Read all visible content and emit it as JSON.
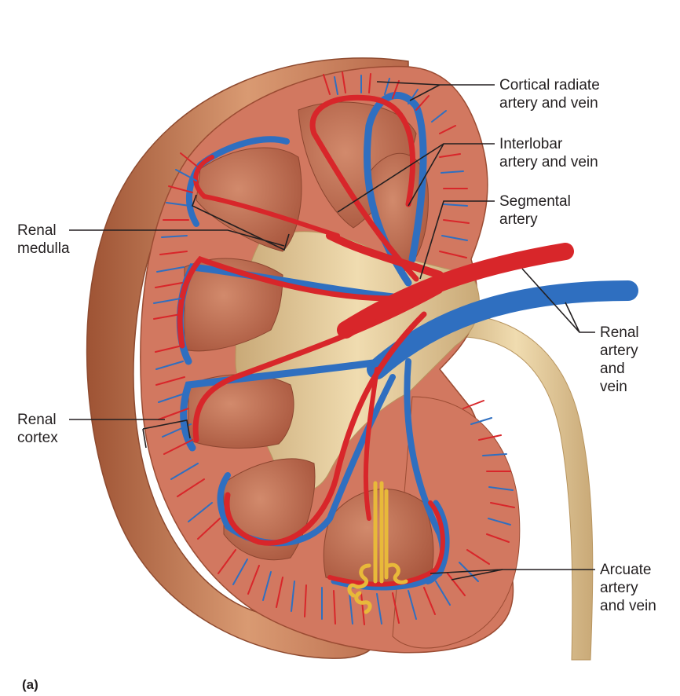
{
  "figure": {
    "panel_label": "(a)",
    "labels": {
      "cortical_radiate": "Cortical radiate\nartery and vein",
      "interlobar": "Interlobar\nartery and vein",
      "segmental": "Segmental\nartery",
      "renal_artery_vein": "Renal\nartery\nand\nvein",
      "arcuate": "Arcuate\nartery\nand vein",
      "renal_medulla": "Renal\nmedulla",
      "renal_cortex": "Renal\ncortex"
    }
  },
  "colors": {
    "capsule": "#c97a55",
    "cortex": "#d2785e",
    "pyramid": "#b86a4e",
    "sinus": "#e8d4a6",
    "artery": "#d8262a",
    "vein": "#2f6fc0",
    "nephron": "#e8b93a",
    "leader": "#231f20"
  }
}
